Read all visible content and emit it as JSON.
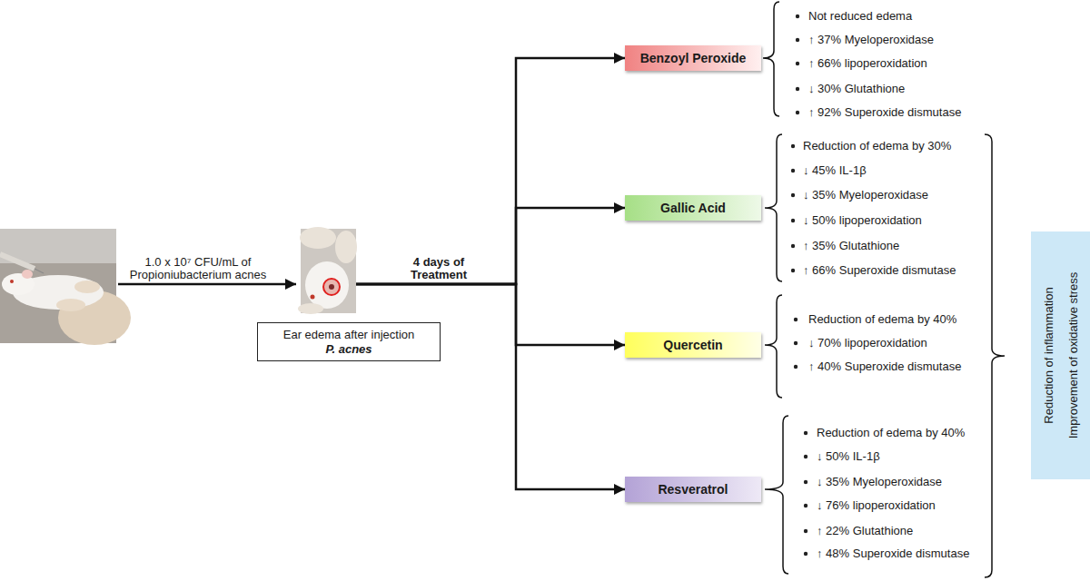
{
  "diagram": {
    "nodes": [
      {
        "text": [
          "Ear edema after injection",
          "P. acnes"
        ]
      },
      {
        "text": [
          "Benzoyl Peroxide"
        ]
      },
      {
        "text": [
          "Gallic Acid"
        ]
      },
      {
        "text": [
          "Quercetin"
        ]
      },
      {
        "text": [
          "Resveratrol"
        ]
      },
      {
        "text": [
          "Reduction of inflammation",
          "Improvement of oxidative stress"
        ]
      }
    ],
    "edges": [
      {
        "from": 0,
        "to": 1,
        "arrow": "to"
      },
      {
        "from": 0,
        "to": 2,
        "arrow": "to"
      },
      {
        "from": 0,
        "to": 3,
        "arrow": "to"
      },
      {
        "from": 0,
        "to": 4,
        "arrow": "to"
      }
    ],
    "labels": [
      "1.0 x 10⁷ CFU/mL of Propioniubacterium acnes",
      "4 days of Treatment",
      "Not reduced edema",
      "↑ 37% Myeloperoxidase",
      "↑ 66% lipoperoxidation",
      "↓ 30% Glutathione",
      "↑ 92% Superoxide dismutase",
      "Reduction of edema by 30%",
      "↓ 45% IL-1β",
      "↓ 35% Myeloperoxidase",
      "↓ 50% lipoperoxidation",
      "↑ 35% Glutathione",
      "↑ 66% Superoxide dismutase",
      "Reduction of edema by 40%",
      "↓ 70% lipoperoxidation",
      "↑ 40% Superoxide dismutase",
      "Reduction of edema by 40%",
      "↓ 50% IL-1β",
      "↓ 35% Myeloperoxidase",
      "↓ 76% lipoperoxidation",
      "↑ 22% Glutathione",
      "↑ 48% Superoxide dismutase"
    ]
  }
}
